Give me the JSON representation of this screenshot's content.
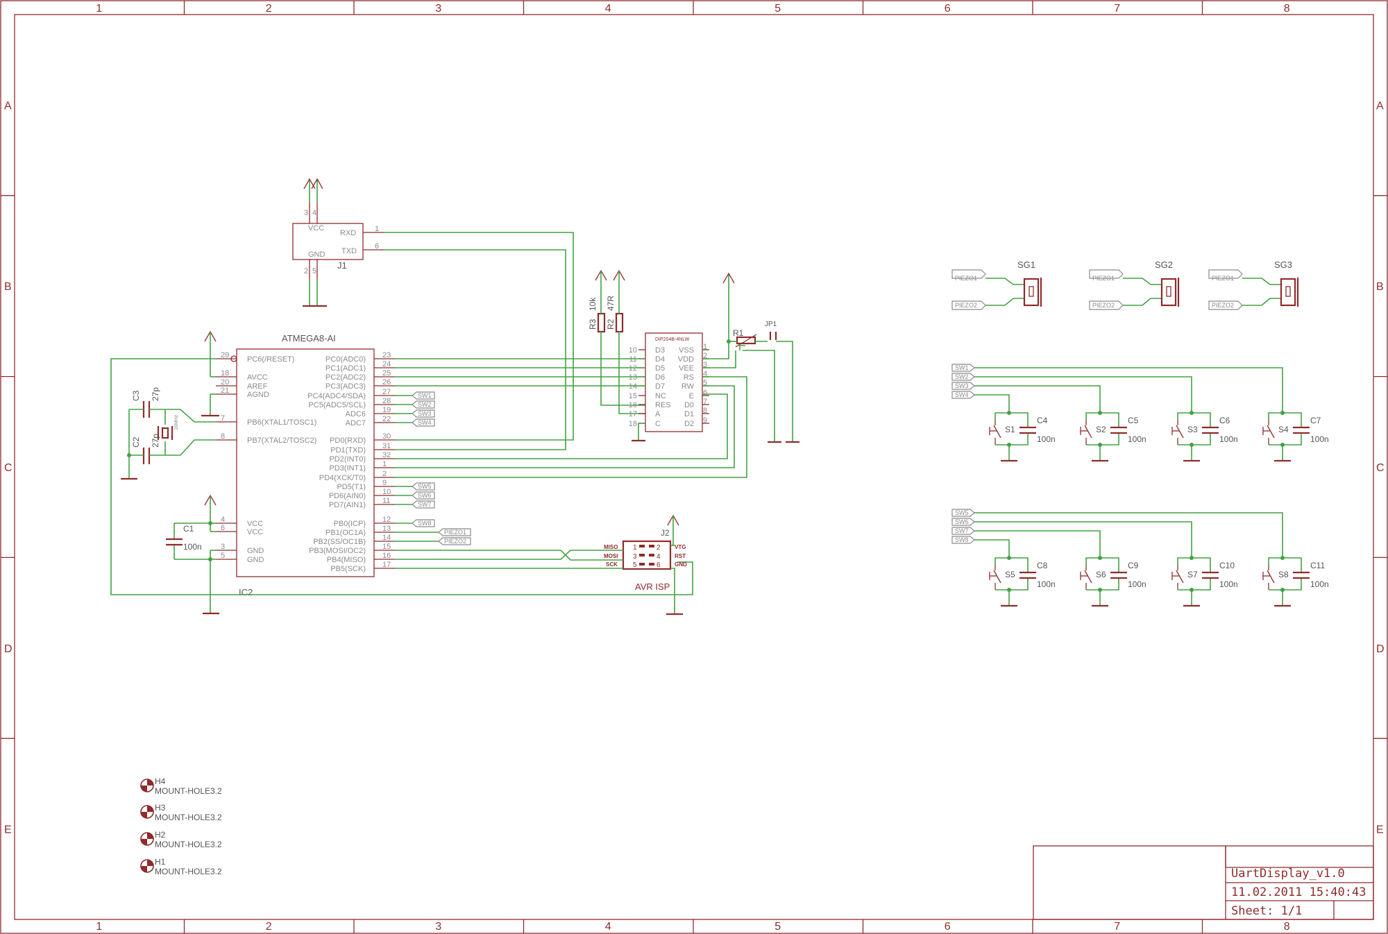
{
  "frame": {
    "columns": [
      "1",
      "2",
      "3",
      "4",
      "5",
      "6",
      "7",
      "8"
    ],
    "rows": [
      "A",
      "B",
      "C",
      "D",
      "E"
    ]
  },
  "title_block": {
    "title": "UartDisplay_v1.0",
    "date": "11.02.2011 15:40:43",
    "sheet": "Sheet: 1/1"
  },
  "mcu": {
    "name": "ATMEGA8-AI",
    "ref": "IC2",
    "left_pins": [
      {
        "num": "29",
        "name": "PC6(/RESET)"
      },
      {
        "num": "18",
        "name": "AVCC"
      },
      {
        "num": "20",
        "name": "AREF"
      },
      {
        "num": "21",
        "name": "AGND"
      },
      {
        "num": "7",
        "name": "PB6(XTAL1/TOSC1)"
      },
      {
        "num": "8",
        "name": "PB7(XTAL2/TOSC2)"
      },
      {
        "num": "4",
        "name": "VCC"
      },
      {
        "num": "6",
        "name": "VCC"
      },
      {
        "num": "3",
        "name": "GND"
      },
      {
        "num": "5",
        "name": "GND"
      }
    ],
    "right_pins": [
      {
        "num": "23",
        "name": "PC0(ADC0)"
      },
      {
        "num": "24",
        "name": "PC1(ADC1)"
      },
      {
        "num": "25",
        "name": "PC2(ADC2)"
      },
      {
        "num": "26",
        "name": "PC3(ADC3)"
      },
      {
        "num": "27",
        "name": "PC4(ADC4/SDA)"
      },
      {
        "num": "28",
        "name": "PC5(ADC5/SCL)"
      },
      {
        "num": "19",
        "name": "ADC6"
      },
      {
        "num": "22",
        "name": "ADC7"
      },
      {
        "num": "30",
        "name": "PD0(RXD)"
      },
      {
        "num": "31",
        "name": "PD1(TXD)"
      },
      {
        "num": "32",
        "name": "PD2(INT0)"
      },
      {
        "num": "1",
        "name": "PD3(INT1)"
      },
      {
        "num": "2",
        "name": "PD4(XCK/T0)"
      },
      {
        "num": "9",
        "name": "PD5(T1)"
      },
      {
        "num": "10",
        "name": "PD6(AIN0)"
      },
      {
        "num": "11",
        "name": "PD7(AIN1)"
      },
      {
        "num": "12",
        "name": "PB0(ICP)"
      },
      {
        "num": "13",
        "name": "PB1(OC1A)"
      },
      {
        "num": "14",
        "name": "PB2(SS/OC1B)"
      },
      {
        "num": "15",
        "name": "PB3(MOSI/OC2)"
      },
      {
        "num": "16",
        "name": "PB4(MISO)"
      },
      {
        "num": "17",
        "name": "PB5(SCK)"
      }
    ],
    "flags": [
      "SW1",
      "SW2",
      "SW3",
      "SW4",
      "SW5",
      "SW6",
      "SW7",
      "SW8",
      "PIEZO1",
      "PIEZO2"
    ]
  },
  "j1": {
    "ref": "J1",
    "vcc": "VCC",
    "gnd": "GND",
    "rxd": "RXD",
    "txd": "TXD",
    "pins": [
      "3",
      "4",
      "2",
      "5",
      "1",
      "6"
    ]
  },
  "crystal": {
    "label": "16MHz"
  },
  "caps_xtal": [
    {
      "ref": "C3",
      "value": "27p"
    },
    {
      "ref": "C2",
      "value": "27p"
    }
  ],
  "c1": {
    "ref": "C1",
    "value": "100n"
  },
  "resistors": [
    {
      "ref": "R3",
      "value": "10k"
    },
    {
      "ref": "R2",
      "value": "47R"
    }
  ],
  "pot": {
    "ref": "R1"
  },
  "jumper": {
    "ref": "JP1"
  },
  "lcd": {
    "name": "DIP204B-4NLW",
    "left_pins": [
      {
        "num": "10",
        "name": "D3"
      },
      {
        "num": "11",
        "name": "D4"
      },
      {
        "num": "12",
        "name": "D5"
      },
      {
        "num": "13",
        "name": "D6"
      },
      {
        "num": "14",
        "name": "D7"
      },
      {
        "num": "15",
        "name": "NC"
      },
      {
        "num": "16",
        "name": "RES"
      },
      {
        "num": "17",
        "name": "A"
      },
      {
        "num": "18",
        "name": "C"
      }
    ],
    "right_pins": [
      {
        "num": "1",
        "name": "VSS"
      },
      {
        "num": "2",
        "name": "VDD"
      },
      {
        "num": "3",
        "name": "VEE"
      },
      {
        "num": "4",
        "name": "RS"
      },
      {
        "num": "5",
        "name": "RW"
      },
      {
        "num": "6",
        "name": "E"
      },
      {
        "num": "7",
        "name": "D0"
      },
      {
        "num": "8",
        "name": "D1"
      },
      {
        "num": "9",
        "name": "D2"
      }
    ]
  },
  "isp": {
    "ref": "J2",
    "name": "AVR ISP",
    "left_labels": [
      "MISO",
      "MOSI",
      "SCK"
    ],
    "right_labels": [
      "VTG",
      "RST",
      "GND"
    ],
    "pins_left": [
      "1",
      "3",
      "5"
    ],
    "pins_right": [
      "2",
      "4",
      "6"
    ]
  },
  "buzzers": [
    {
      "ref": "SG1",
      "in1": "PIEZO1",
      "in2": "PIEZO2"
    },
    {
      "ref": "SG2",
      "in1": "PIEZO1",
      "in2": "PIEZO2"
    },
    {
      "ref": "SG3",
      "in1": "PIEZO1",
      "in2": "PIEZO2"
    }
  ],
  "switch_group_1": {
    "nets": [
      "SW1",
      "SW2",
      "SW3",
      "SW4"
    ],
    "switches": [
      {
        "sw": "S1",
        "cap": "C4",
        "value": "100n"
      },
      {
        "sw": "S2",
        "cap": "C5",
        "value": "100n"
      },
      {
        "sw": "S3",
        "cap": "C6",
        "value": "100n"
      },
      {
        "sw": "S4",
        "cap": "C7",
        "value": "100n"
      }
    ]
  },
  "switch_group_2": {
    "nets": [
      "SW5",
      "SW6",
      "SW7",
      "SW8"
    ],
    "switches": [
      {
        "sw": "S5",
        "cap": "C8",
        "value": "100n"
      },
      {
        "sw": "S6",
        "cap": "C9",
        "value": "100n"
      },
      {
        "sw": "S7",
        "cap": "C10",
        "value": "100n"
      },
      {
        "sw": "S8",
        "cap": "C11",
        "value": "100n"
      }
    ]
  },
  "mount_holes": [
    {
      "ref": "H4",
      "name": "MOUNT-HOLE3.2"
    },
    {
      "ref": "H3",
      "name": "MOUNT-HOLE3.2"
    },
    {
      "ref": "H2",
      "name": "MOUNT-HOLE3.2"
    },
    {
      "ref": "H1",
      "name": "MOUNT-HOLE3.2"
    }
  ]
}
